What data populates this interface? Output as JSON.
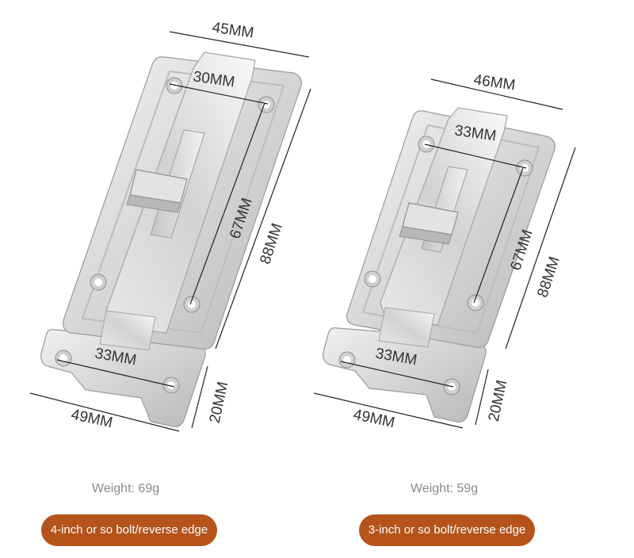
{
  "products": [
    {
      "dims": {
        "top_width": "45MM",
        "hole_spacing_top": "30MM",
        "hole_spacing_vertical": "67MM",
        "height": "88MM",
        "keeper_holes": "33MM",
        "keeper_width": "49MM",
        "keeper_height": "20MM"
      },
      "weight": "Weight: 69g",
      "label": "4-inch or so bolt/reverse edge"
    },
    {
      "dims": {
        "top_width": "46MM",
        "hole_spacing_top": "33MM",
        "hole_spacing_vertical": "67MM",
        "height": "88MM",
        "keeper_holes": "33MM",
        "keeper_width": "49MM",
        "keeper_height": "20MM"
      },
      "weight": "Weight: 59g",
      "label": "3-inch or so bolt/reverse edge"
    }
  ],
  "colors": {
    "pill": "#b5531a",
    "steel_light": "#eeeeee",
    "steel_dark": "#a9a9a9"
  }
}
